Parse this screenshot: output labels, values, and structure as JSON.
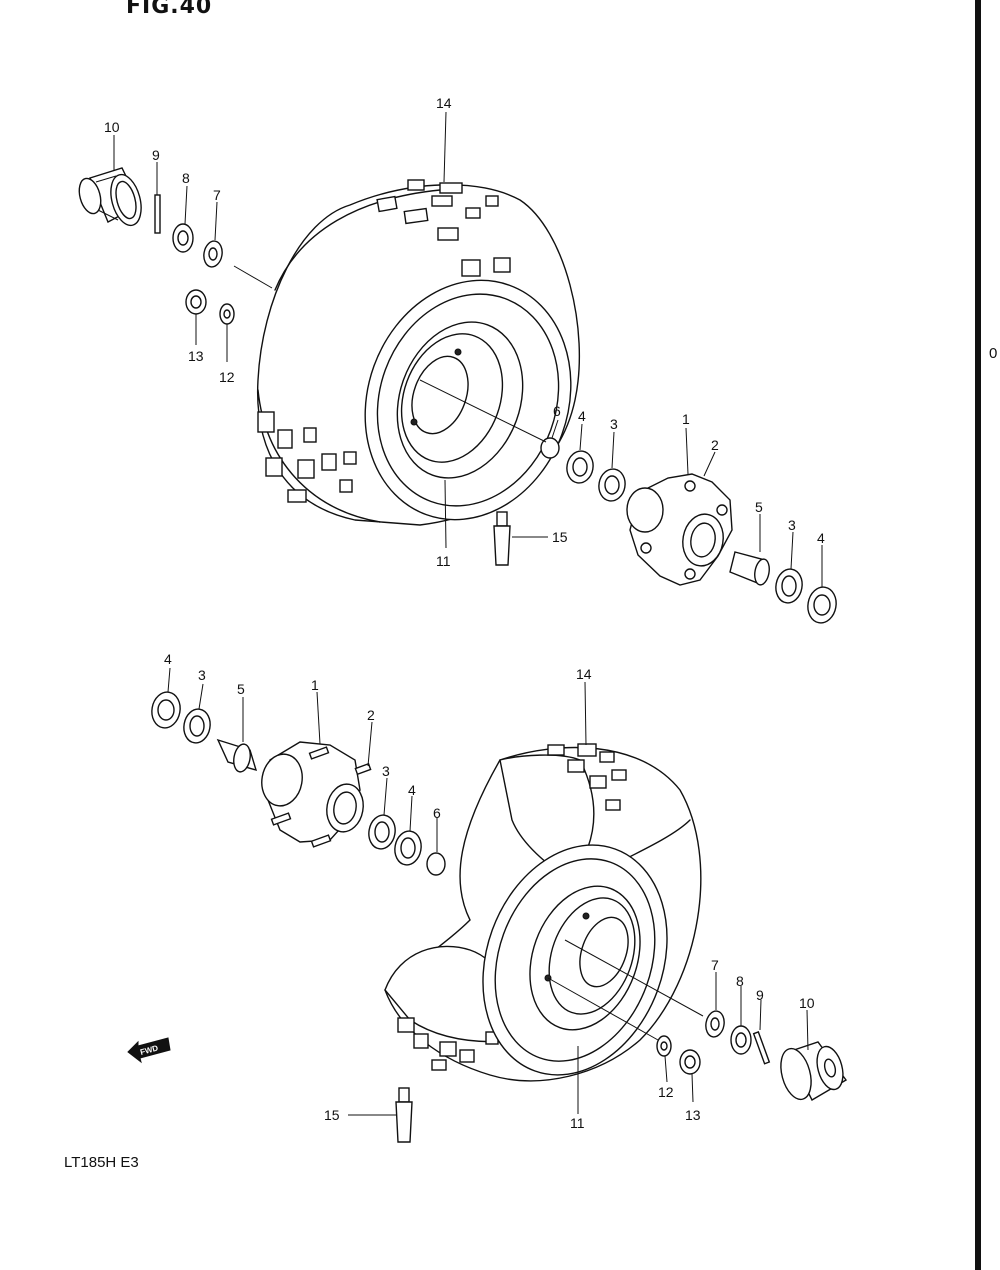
{
  "figure": {
    "title": "FIG.40",
    "model": "LT185H  E3",
    "edge_char": "0"
  },
  "fwd_arrow": {
    "label": "FWD"
  },
  "callouts": {
    "top": {
      "c1": "1",
      "c2": "2",
      "c3a": "3",
      "c3b": "3",
      "c4a": "4",
      "c4b": "4",
      "c5": "5",
      "c6": "6",
      "c7": "7",
      "c8": "8",
      "c9": "9",
      "c10": "10",
      "c11": "11",
      "c12": "12",
      "c13": "13",
      "c14": "14",
      "c15": "15"
    },
    "bottom": {
      "c1": "1",
      "c2": "2",
      "c3a": "3",
      "c3b": "3",
      "c4a": "4",
      "c4b": "4",
      "c5": "5",
      "c6": "6",
      "c7": "7",
      "c8": "8",
      "c9": "9",
      "c10": "10",
      "c11": "11",
      "c12": "12",
      "c13": "13",
      "c14": "14",
      "c15": "15"
    }
  }
}
